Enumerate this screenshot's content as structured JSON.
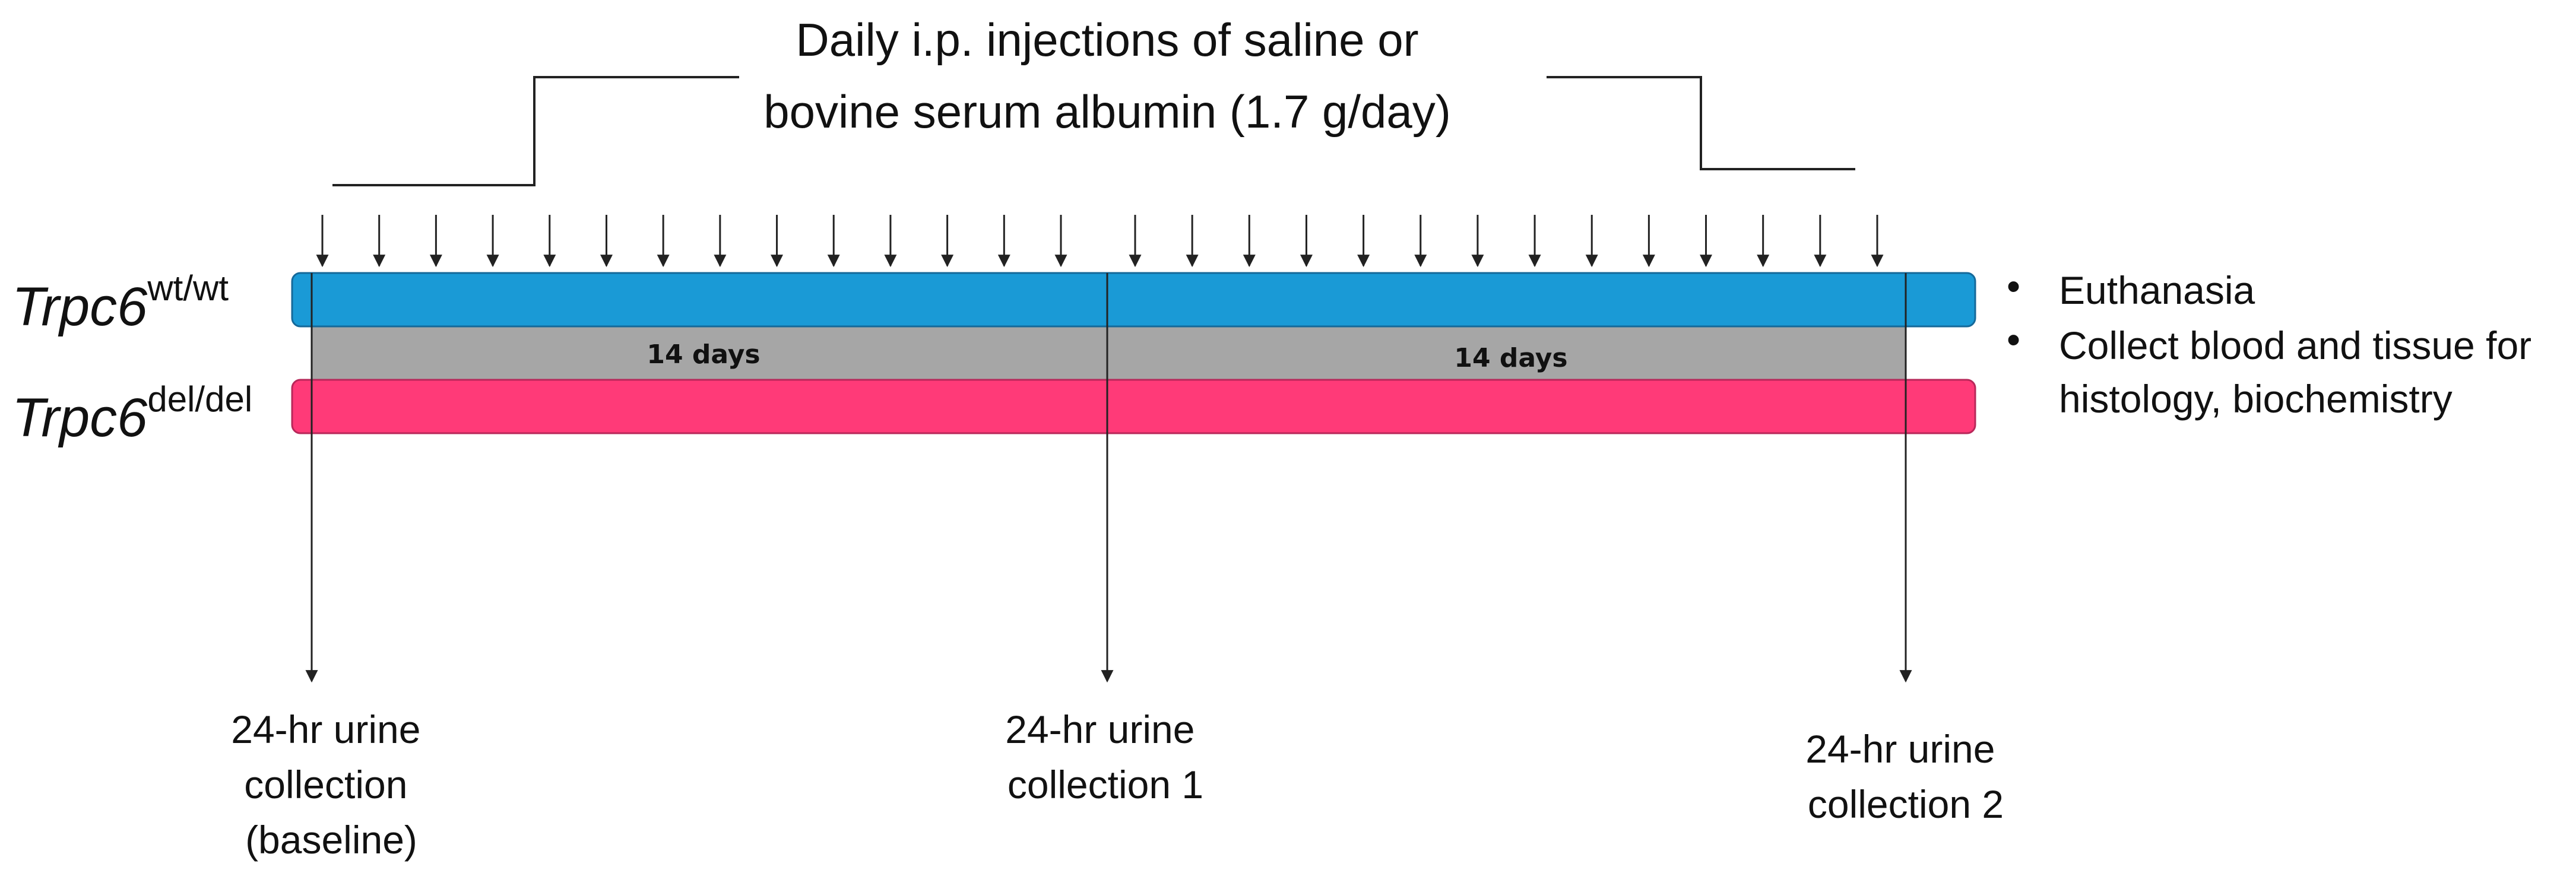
{
  "title": {
    "line1": "Daily i.p. injections of saline or",
    "line2": "bovine serum albumin (1.7 g/day)"
  },
  "genotypes": [
    {
      "base": "Trpc6",
      "sup": "wt/wt",
      "color": "#1a9ad6"
    },
    {
      "base": "Trpc6",
      "sup": "del/del",
      "color": "#ff3a78"
    }
  ],
  "period_color": "#a6a6a6",
  "periods": [
    {
      "label": "14 days"
    },
    {
      "label": "14 days"
    }
  ],
  "collections": [
    {
      "lines": [
        "24-hr urine",
        "collection",
        "(baseline)"
      ]
    },
    {
      "lines": [
        "24-hr urine",
        "collection 1"
      ]
    },
    {
      "lines": [
        "24-hr urine",
        "collection 2"
      ]
    }
  ],
  "outcomes": {
    "bullet": "•",
    "items": [
      {
        "lines": [
          "Euthanasia"
        ]
      },
      {
        "lines": [
          "Collect blood and tissue for",
          "histology, biochemistry"
        ]
      }
    ]
  },
  "injections": {
    "count_period1": 14,
    "count_period2": 14
  }
}
